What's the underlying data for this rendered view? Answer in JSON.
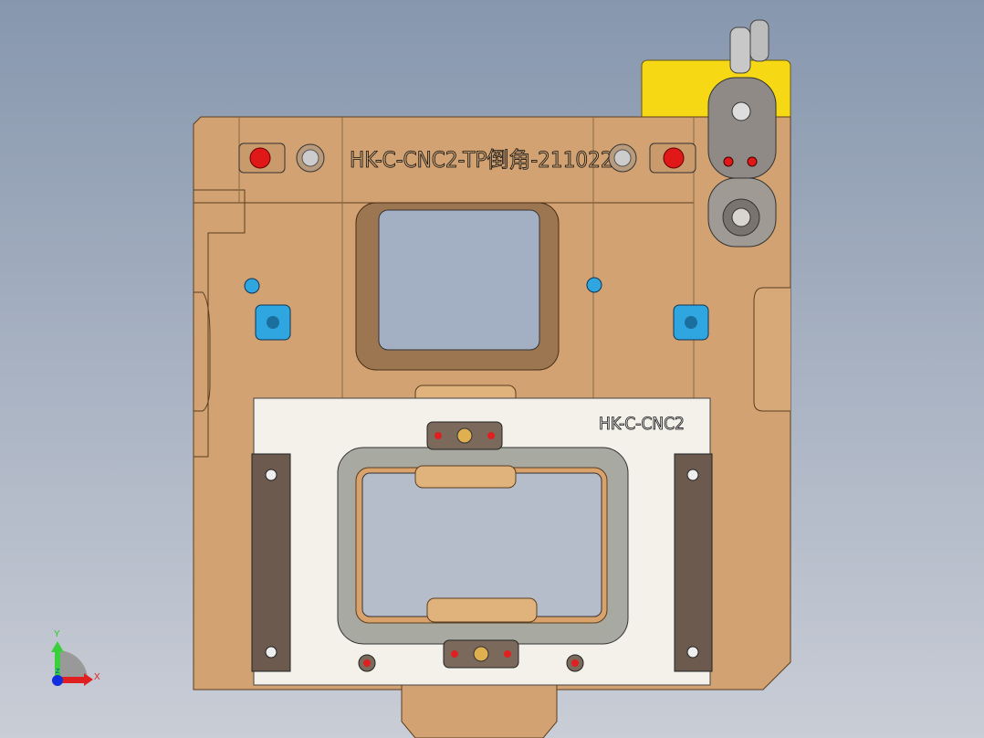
{
  "model": {
    "top_engraving": "HK-C-CNC2-TP倒角-211022",
    "plate_engraving": "HK-C-CNC2"
  },
  "triad": {
    "x_label": "X",
    "y_label": "Y",
    "z_label": "Z"
  },
  "colors": {
    "body": "#d2a272",
    "yellow_plate": "#f7d814",
    "white_plate": "#f3f1e9",
    "blocks": "#6b5a4d",
    "blue_parts": "#2fa6e0",
    "red_buttons": "#e01818",
    "background": "#9aa6b8"
  }
}
